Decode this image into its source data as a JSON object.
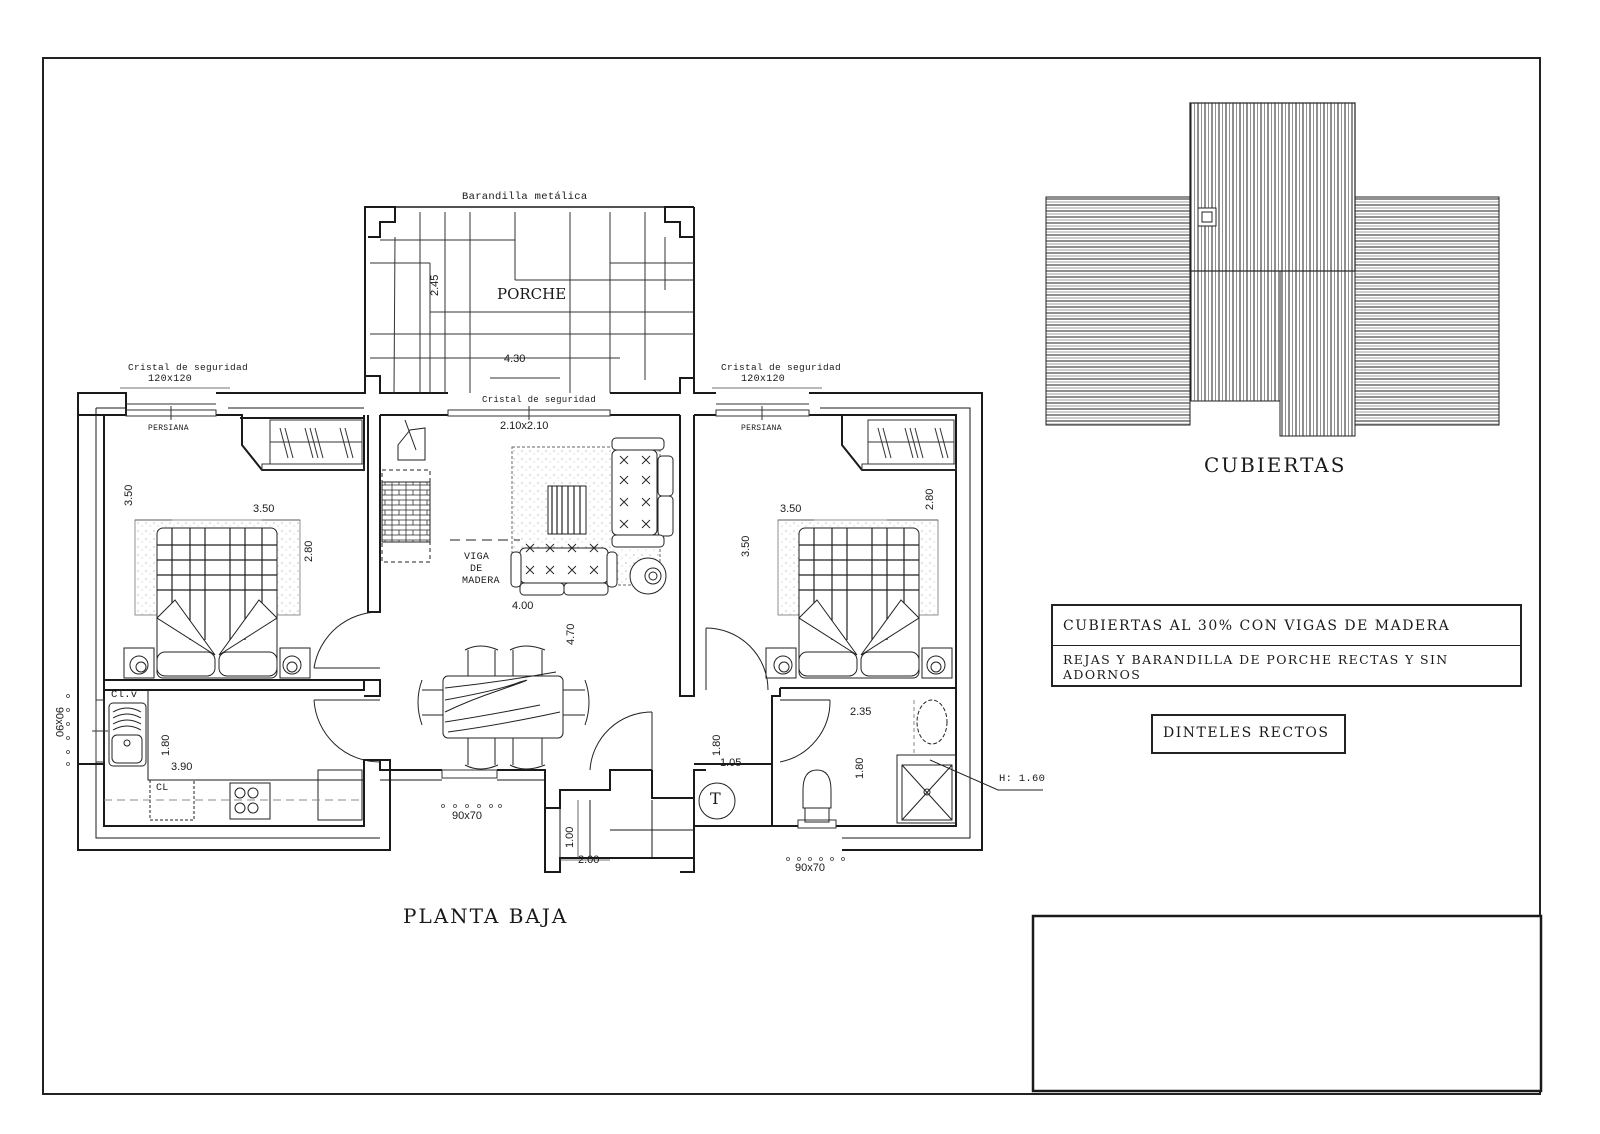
{
  "plan": {
    "title": "PLANTA BAJA",
    "porch": {
      "label": "PORCHE",
      "railing_label": "Barandilla metálica",
      "dim_depth": "2.45",
      "dim_width": "4.30"
    },
    "living": {
      "window_label": "Cristal de seguridad",
      "window_size": "2.10x2.10",
      "beam_label_1": "VIGA",
      "beam_label_2": "DE",
      "beam_label_3": "MADERA",
      "dim_width": "4.00",
      "dim_depth": "4.70"
    },
    "bedroom_left": {
      "window_label": "Cristal de seguridad",
      "window_size": "120x120",
      "shutter_label": "PERSIANA",
      "dim_a": "3.50",
      "dim_b": "3.50",
      "dim_c": "2.80"
    },
    "bedroom_right": {
      "window_label": "Cristal de seguridad",
      "window_size": "120x120",
      "shutter_label": "PERSIANA",
      "dim_a": "3.50",
      "dim_b": "3.50",
      "dim_c": "2.80"
    },
    "kitchen": {
      "sink_label": "Cl.v",
      "washer_label": "CL",
      "window_size": "90x90",
      "dim_a": "1.80",
      "dim_b": "3.90"
    },
    "laundry": {
      "heater_label": "T",
      "dim_a": "1.80",
      "dim_b": "1.05"
    },
    "bathroom": {
      "dim_a": "2.35",
      "dim_b": "1.80",
      "height_note": "H: 1.60",
      "window_size": "90x70"
    },
    "dining_window_size": "90x70",
    "entry": {
      "dim_a": "1.00",
      "dim_b": "2.00"
    }
  },
  "roof": {
    "title": "CUBIERTAS"
  },
  "notes": {
    "line_1": "CUBIERTAS AL 30% CON VIGAS DE MADERA",
    "line_2": "REJAS Y BARANDILLA DE PORCHE RECTAS Y SIN ADORNOS",
    "line_3": "DINTELES RECTOS"
  },
  "colors": {
    "ink": "#1a1a1a",
    "paper": "#ffffff",
    "hatch": "#9a9a9a"
  }
}
